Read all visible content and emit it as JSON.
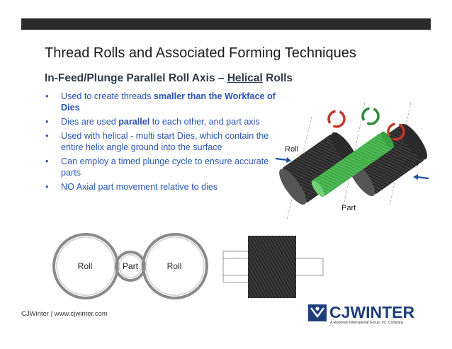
{
  "slide": {
    "title": "Thread Rolls and Associated Forming Techniques",
    "subtitle_pre": "In-Feed/Plunge Parallel Roll Axis – ",
    "subtitle_u": "Helical",
    "subtitle_post": " Rolls"
  },
  "bullets": [
    {
      "pre": "Used to create threads ",
      "bold": "smaller than the Workface of Dies",
      "post": ""
    },
    {
      "pre": "Dies are used ",
      "bold": "parallel",
      "post": " to each other, and part axis"
    },
    {
      "pre": "Used with helical - multi start Dies, which contain the entire helix angle ground into the surface",
      "bold": "",
      "post": ""
    },
    {
      "pre": "Can employ a timed plunge cycle to ensure accurate parts",
      "bold": "",
      "post": ""
    },
    {
      "pre": "NO Axial part movement relative to dies",
      "bold": "",
      "post": ""
    }
  ],
  "diagram": {
    "label_roll_left": "Roll",
    "label_roll_right": "Roll",
    "label_part": "Part"
  },
  "bottom_diagram": {
    "label_roll_left": "Roll",
    "label_part": "Part",
    "label_roll_right": "Roll"
  },
  "footer": {
    "text": "CJWinter  | www.cjwinter.com"
  },
  "logo": {
    "name": "CJWINTER",
    "tagline": "A Rockman International Group, Inc. Company"
  },
  "colors": {
    "text_blue": "#2a55b5",
    "topbar": "#2b2b2b",
    "part_green": "#3fae49",
    "arrow_red": "#c0392b",
    "arrow_green": "#2e8b3a",
    "logo_blue": "#1f3f7a"
  }
}
